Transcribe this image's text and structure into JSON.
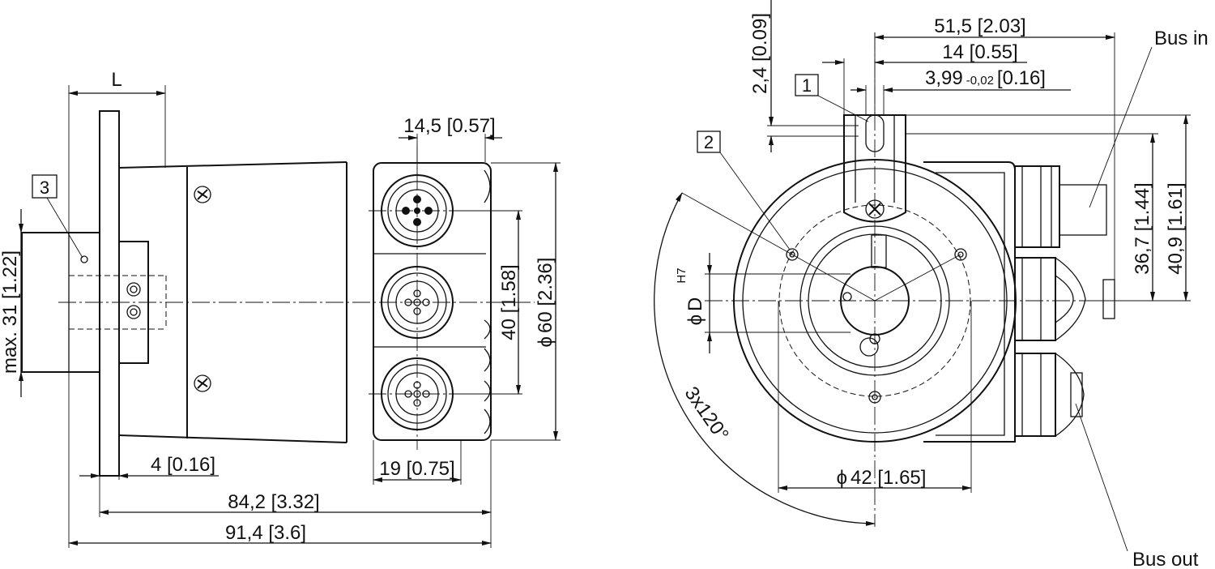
{
  "side_view": {
    "dims": {
      "L": "L",
      "d_14_5": "14,5 [0.57]",
      "d_max31": "max. 31 [1.22]",
      "d_40": "40 [1.58]",
      "d_phi60": "60 [2.36]",
      "d_4": "4 [0.16]",
      "d_19": "19 [0.75]",
      "d_84_2": "84,2 [3.32]",
      "d_91_4": "91,4 [3.6]"
    },
    "callout_3": "3"
  },
  "front_view": {
    "dims": {
      "d_2_4": "2,4 [0.09]",
      "d_51_5": "51,5 [2.03]",
      "d_14": "14 [0.55]",
      "d_3_99_main": "3,99",
      "d_3_99_tol": "-0,02",
      "d_3_99_inch": "[0.16]",
      "d_36_7": "36,7 [1.44]",
      "d_40_9": "40,9 [1.61]",
      "d_phiD_letter": "D",
      "d_phiD_tol": "H7",
      "d_phi42": "42 [1.65]",
      "angle": "3x120°"
    },
    "callout_1": "1",
    "callout_2": "2",
    "label_bus_in": "Bus in",
    "label_bus_out": "Bus out"
  },
  "symbols": {
    "diameter": "ϕ"
  }
}
